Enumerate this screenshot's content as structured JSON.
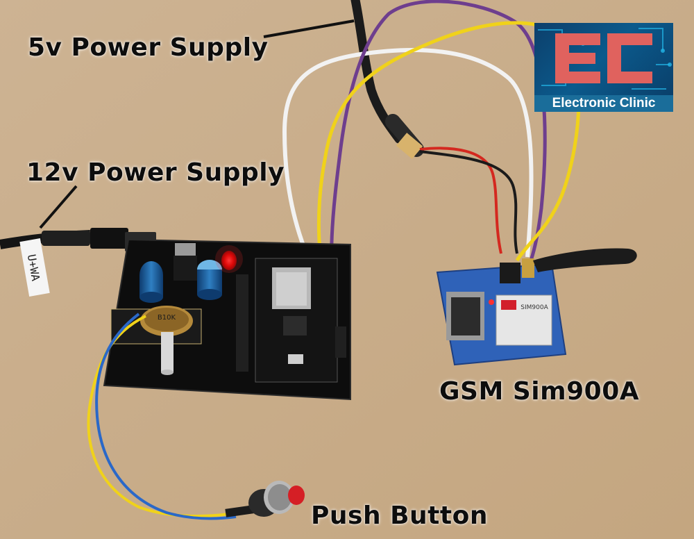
{
  "labels": {
    "supply_5v": "5v Power Supply",
    "supply_12v": "12v Power Supply",
    "gsm_module": "GSM Sim900A",
    "push_button": "Push Button"
  },
  "logo": {
    "text": "Electronic Clinic",
    "colors": {
      "panel": "#0b5a8c",
      "mark": "#e0625e",
      "text": "#ffffff"
    }
  },
  "board_markings": {
    "cable_tag": "U+WA",
    "gsm_chip": "SIM900A",
    "potentiometer": "B10K"
  },
  "scene": {
    "background": "#c9ad8b",
    "wire_colors": {
      "yellow": "#f0d21a",
      "purple": "#6e3e8e",
      "white": "#f2f2f2",
      "red": "#d4281f",
      "black": "#1b1b1b",
      "blue": "#2a68c8"
    }
  }
}
